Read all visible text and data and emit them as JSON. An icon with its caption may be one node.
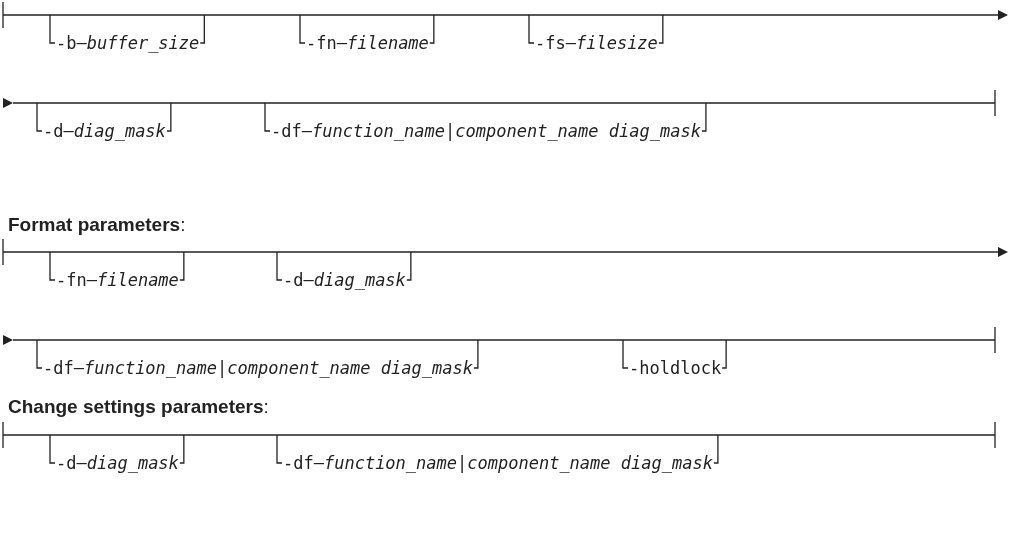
{
  "diagram": {
    "labels": [
      "-b—*buffer_size*",
      "-fn—*filename*",
      "-fs—*filesize*",
      "-d—*diag_mask*",
      "-df—*function_name*|*component_name diag_mask*",
      "**Format parameters**:",
      "-fn—*filename*",
      "-d—*diag_mask*",
      "-df—*function_name*|*component_name diag_mask*",
      "-holdlock",
      "**Change settings parameters**:",
      "-d—*diag_mask*",
      "-df—*function_name*|*component_name diag_mask*"
    ]
  }
}
